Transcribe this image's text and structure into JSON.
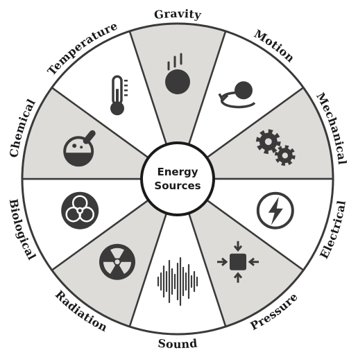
{
  "center": {
    "line1": "Energy",
    "line2": "Sources"
  },
  "colors": {
    "shaded": "#dedcd8",
    "plain": "#ffffff",
    "stroke": "#3a3a3a",
    "icon": "#3a3a3a"
  },
  "sectors": [
    {
      "label": "Gravity",
      "icon": "falling-ball-icon",
      "shaded": true
    },
    {
      "label": "Motion",
      "icon": "rotating-ball-icon",
      "shaded": false
    },
    {
      "label": "Mechanical",
      "icon": "gears-icon",
      "shaded": true
    },
    {
      "label": "Electrical",
      "icon": "lightning-bolt-icon",
      "shaded": false
    },
    {
      "label": "Pressure",
      "icon": "compression-icon",
      "shaded": true
    },
    {
      "label": "Sound",
      "icon": "sound-wave-icon",
      "shaded": false
    },
    {
      "label": "Radiation",
      "icon": "radiation-icon",
      "shaded": true
    },
    {
      "label": "Biological",
      "icon": "biohazard-icon",
      "shaded": false
    },
    {
      "label": "Chemical",
      "icon": "flask-icon",
      "shaded": true
    },
    {
      "label": "Temperature",
      "icon": "thermometer-icon",
      "shaded": false
    }
  ]
}
